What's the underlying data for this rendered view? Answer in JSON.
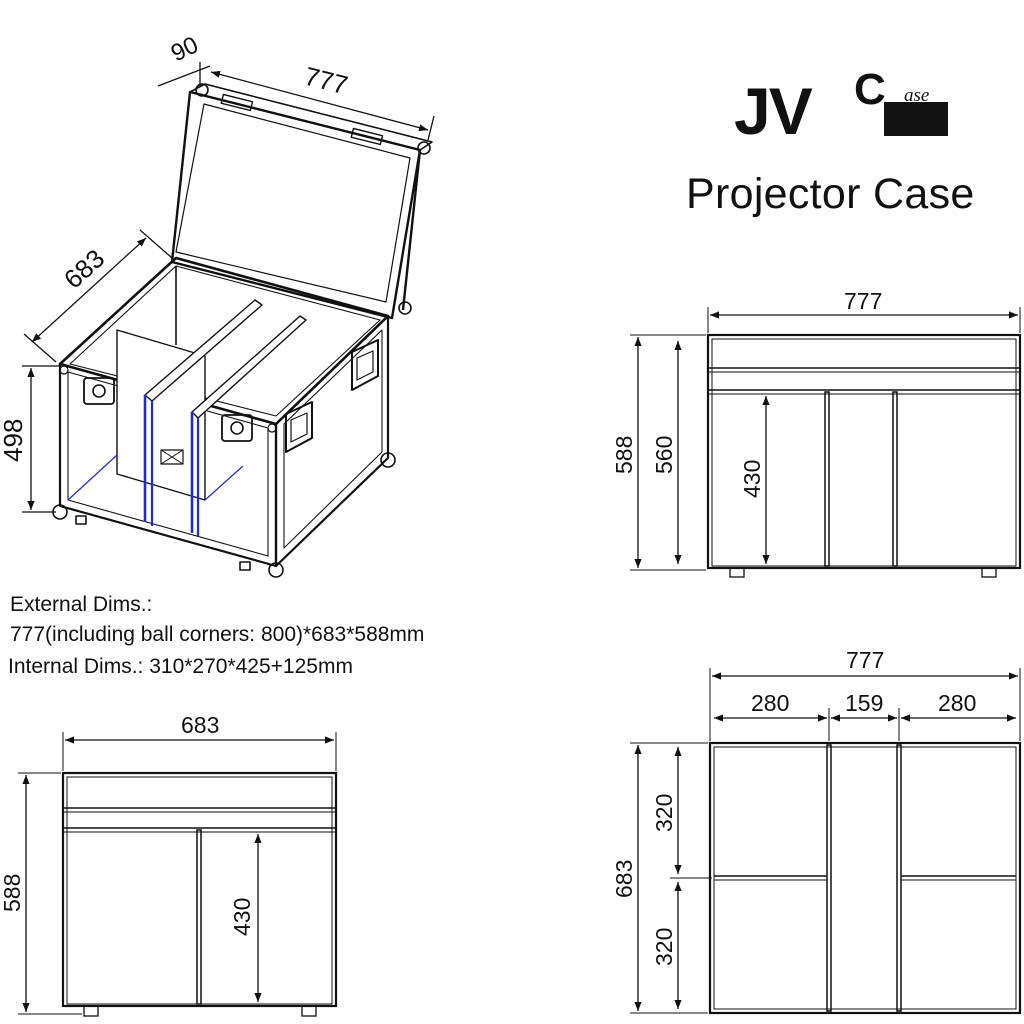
{
  "brand": {
    "logo_letters": "JV",
    "logo_box_letter": "C",
    "logo_box_text": "ase"
  },
  "title": "Projector Case",
  "specs": {
    "external_heading": "External Dims.:",
    "external_values": "777(including ball corners: 800)*683*588mm",
    "internal_line": "Internal Dims.: 310*270*425+125mm"
  },
  "iso_view": {
    "lid_depth": "90",
    "width": "777",
    "depth": "683",
    "height": "498"
  },
  "front_view": {
    "width": "777",
    "outer_height": "588",
    "inner_height": "560",
    "compartment_height": "430"
  },
  "side_view": {
    "width": "683",
    "outer_height": "588",
    "compartment_height": "430"
  },
  "top_view": {
    "width": "777",
    "left_section": "280",
    "middle_section": "159",
    "right_section": "280",
    "depth": "683",
    "upper_row": "320",
    "lower_row": "320"
  },
  "colors": {
    "line": "#111111",
    "divider_accent": "#1f2bd6"
  }
}
